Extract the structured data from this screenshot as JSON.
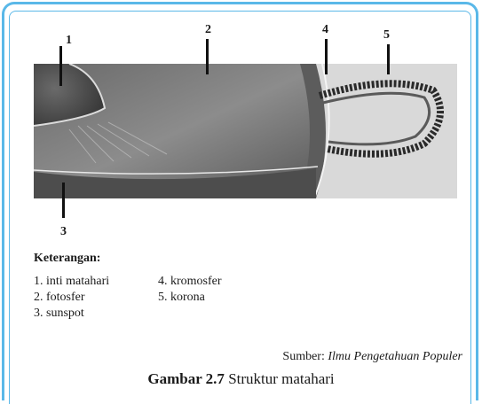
{
  "figure": {
    "labels": [
      "1",
      "2",
      "3",
      "4",
      "5"
    ]
  },
  "legend": {
    "title": "Keterangan:",
    "items": [
      "1.  inti matahari",
      "2.  fotosfer",
      "3.  sunspot",
      "4.  kromosfer",
      "5.  korona"
    ]
  },
  "source": {
    "prefix": "Sumber: ",
    "title": "Ilmu Pengetahuan Populer"
  },
  "caption": {
    "number": "Gambar 2.7",
    "text": " Struktur matahari"
  },
  "colors": {
    "frame": "#5ab8e8"
  }
}
